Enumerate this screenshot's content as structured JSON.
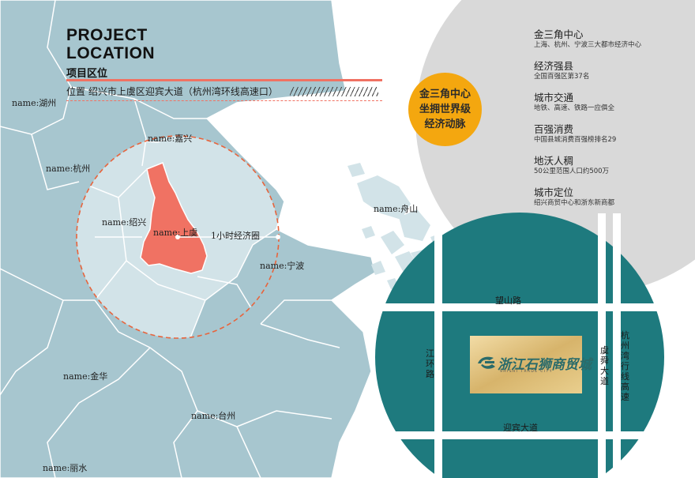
{
  "header": {
    "title_line1": "PROJECT",
    "title_line2": "LOCATION",
    "subtitle": "项目区位",
    "location": "位置  绍兴市上虞区迎宾大道（杭州湾环线高速口）"
  },
  "map": {
    "cities": [
      {
        "id": "huzhou",
        "label": "name:湖州"
      },
      {
        "id": "jiaxing",
        "label": "name:嘉兴"
      },
      {
        "id": "hangzhou",
        "label": "name:杭州"
      },
      {
        "id": "shaoxing",
        "label": "name:绍兴"
      },
      {
        "id": "shangyu",
        "label": "name:上虞"
      },
      {
        "id": "zhoushan",
        "label": "name:舟山"
      },
      {
        "id": "ningbo",
        "label": "name:宁波"
      },
      {
        "id": "jinhua",
        "label": "name:金华"
      },
      {
        "id": "taizhou",
        "label": "name:台州"
      },
      {
        "id": "lishui",
        "label": "name:丽水"
      }
    ],
    "ring_label": "1小时经济圈",
    "colors": {
      "sea": "#ffffff",
      "land_outer": "#a7c6cf",
      "land_inner": "#d2e3e8",
      "border": "#ffffff",
      "highlight": "#f07263",
      "ring": "#e8643c"
    }
  },
  "badge": {
    "line1": "金三角中心",
    "line2": "坐拥世界级",
    "line3": "经济动脉",
    "color": "#f4a70f"
  },
  "features": [
    {
      "title": "金三角中心",
      "desc": "上海、杭州、宁波三大都市经济中心"
    },
    {
      "title": "经济强县",
      "desc": "全国百强区第37名"
    },
    {
      "title": "城市交通",
      "desc": "地铁、高速、铁路一应俱全"
    },
    {
      "title": "百强消费",
      "desc": "中国县城消费百强榜排名29"
    },
    {
      "title": "地沃人稠",
      "desc": "50公里范围人口约500万"
    },
    {
      "title": "城市定位",
      "desc": "绍兴商贸中心和浙东新商都"
    }
  ],
  "site_plan": {
    "roads": {
      "north": "望山路",
      "south": "迎宾大道",
      "west": "江环路",
      "east_inner": "虞舜大道",
      "east_outer": "杭州湾行线高速"
    },
    "logo_name": "浙江石狮商贸城",
    "logo_sub": "SHISHI TRADE CITY",
    "colors": {
      "block": "#1e7a7e",
      "road": "#ffffff",
      "gold": "#d9b56e"
    }
  },
  "panel_color": "#d9d9d9"
}
